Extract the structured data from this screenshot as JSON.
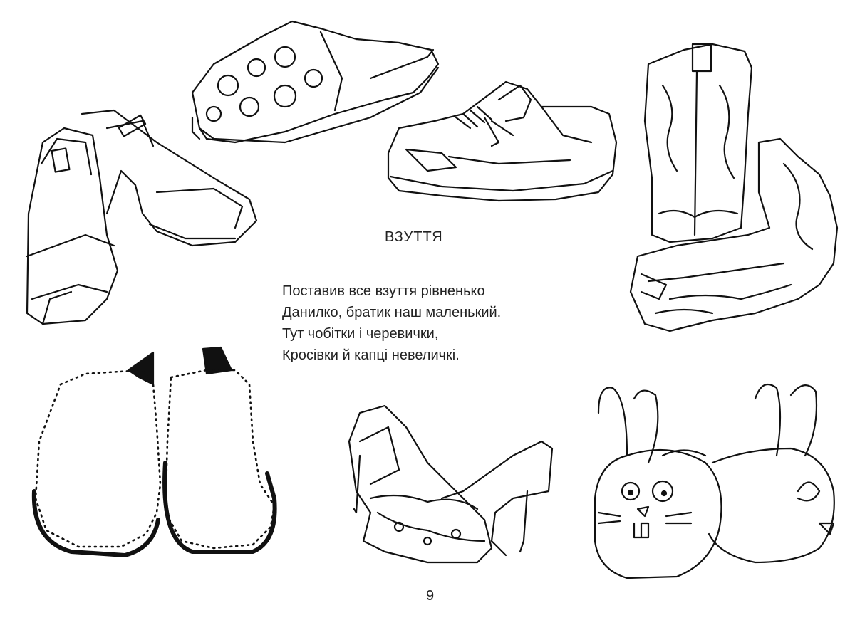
{
  "page": {
    "title": "ВЗУТТЯ",
    "poem": {
      "lines": [
        "Поставив все взуття рівненько",
        "Данилко, братик наш маленький.",
        "Тут чобітки і черевички,",
        "Кросівки й капці невеличкі."
      ]
    },
    "page_number": "9"
  },
  "illustrations": {
    "line_color": "#111111",
    "items": [
      "mules-icon",
      "clog-icon",
      "sneaker-icon",
      "cowboy-boots-icon",
      "loafers-outline-icon",
      "high-heels-icon",
      "bunny-slippers-icon"
    ]
  }
}
